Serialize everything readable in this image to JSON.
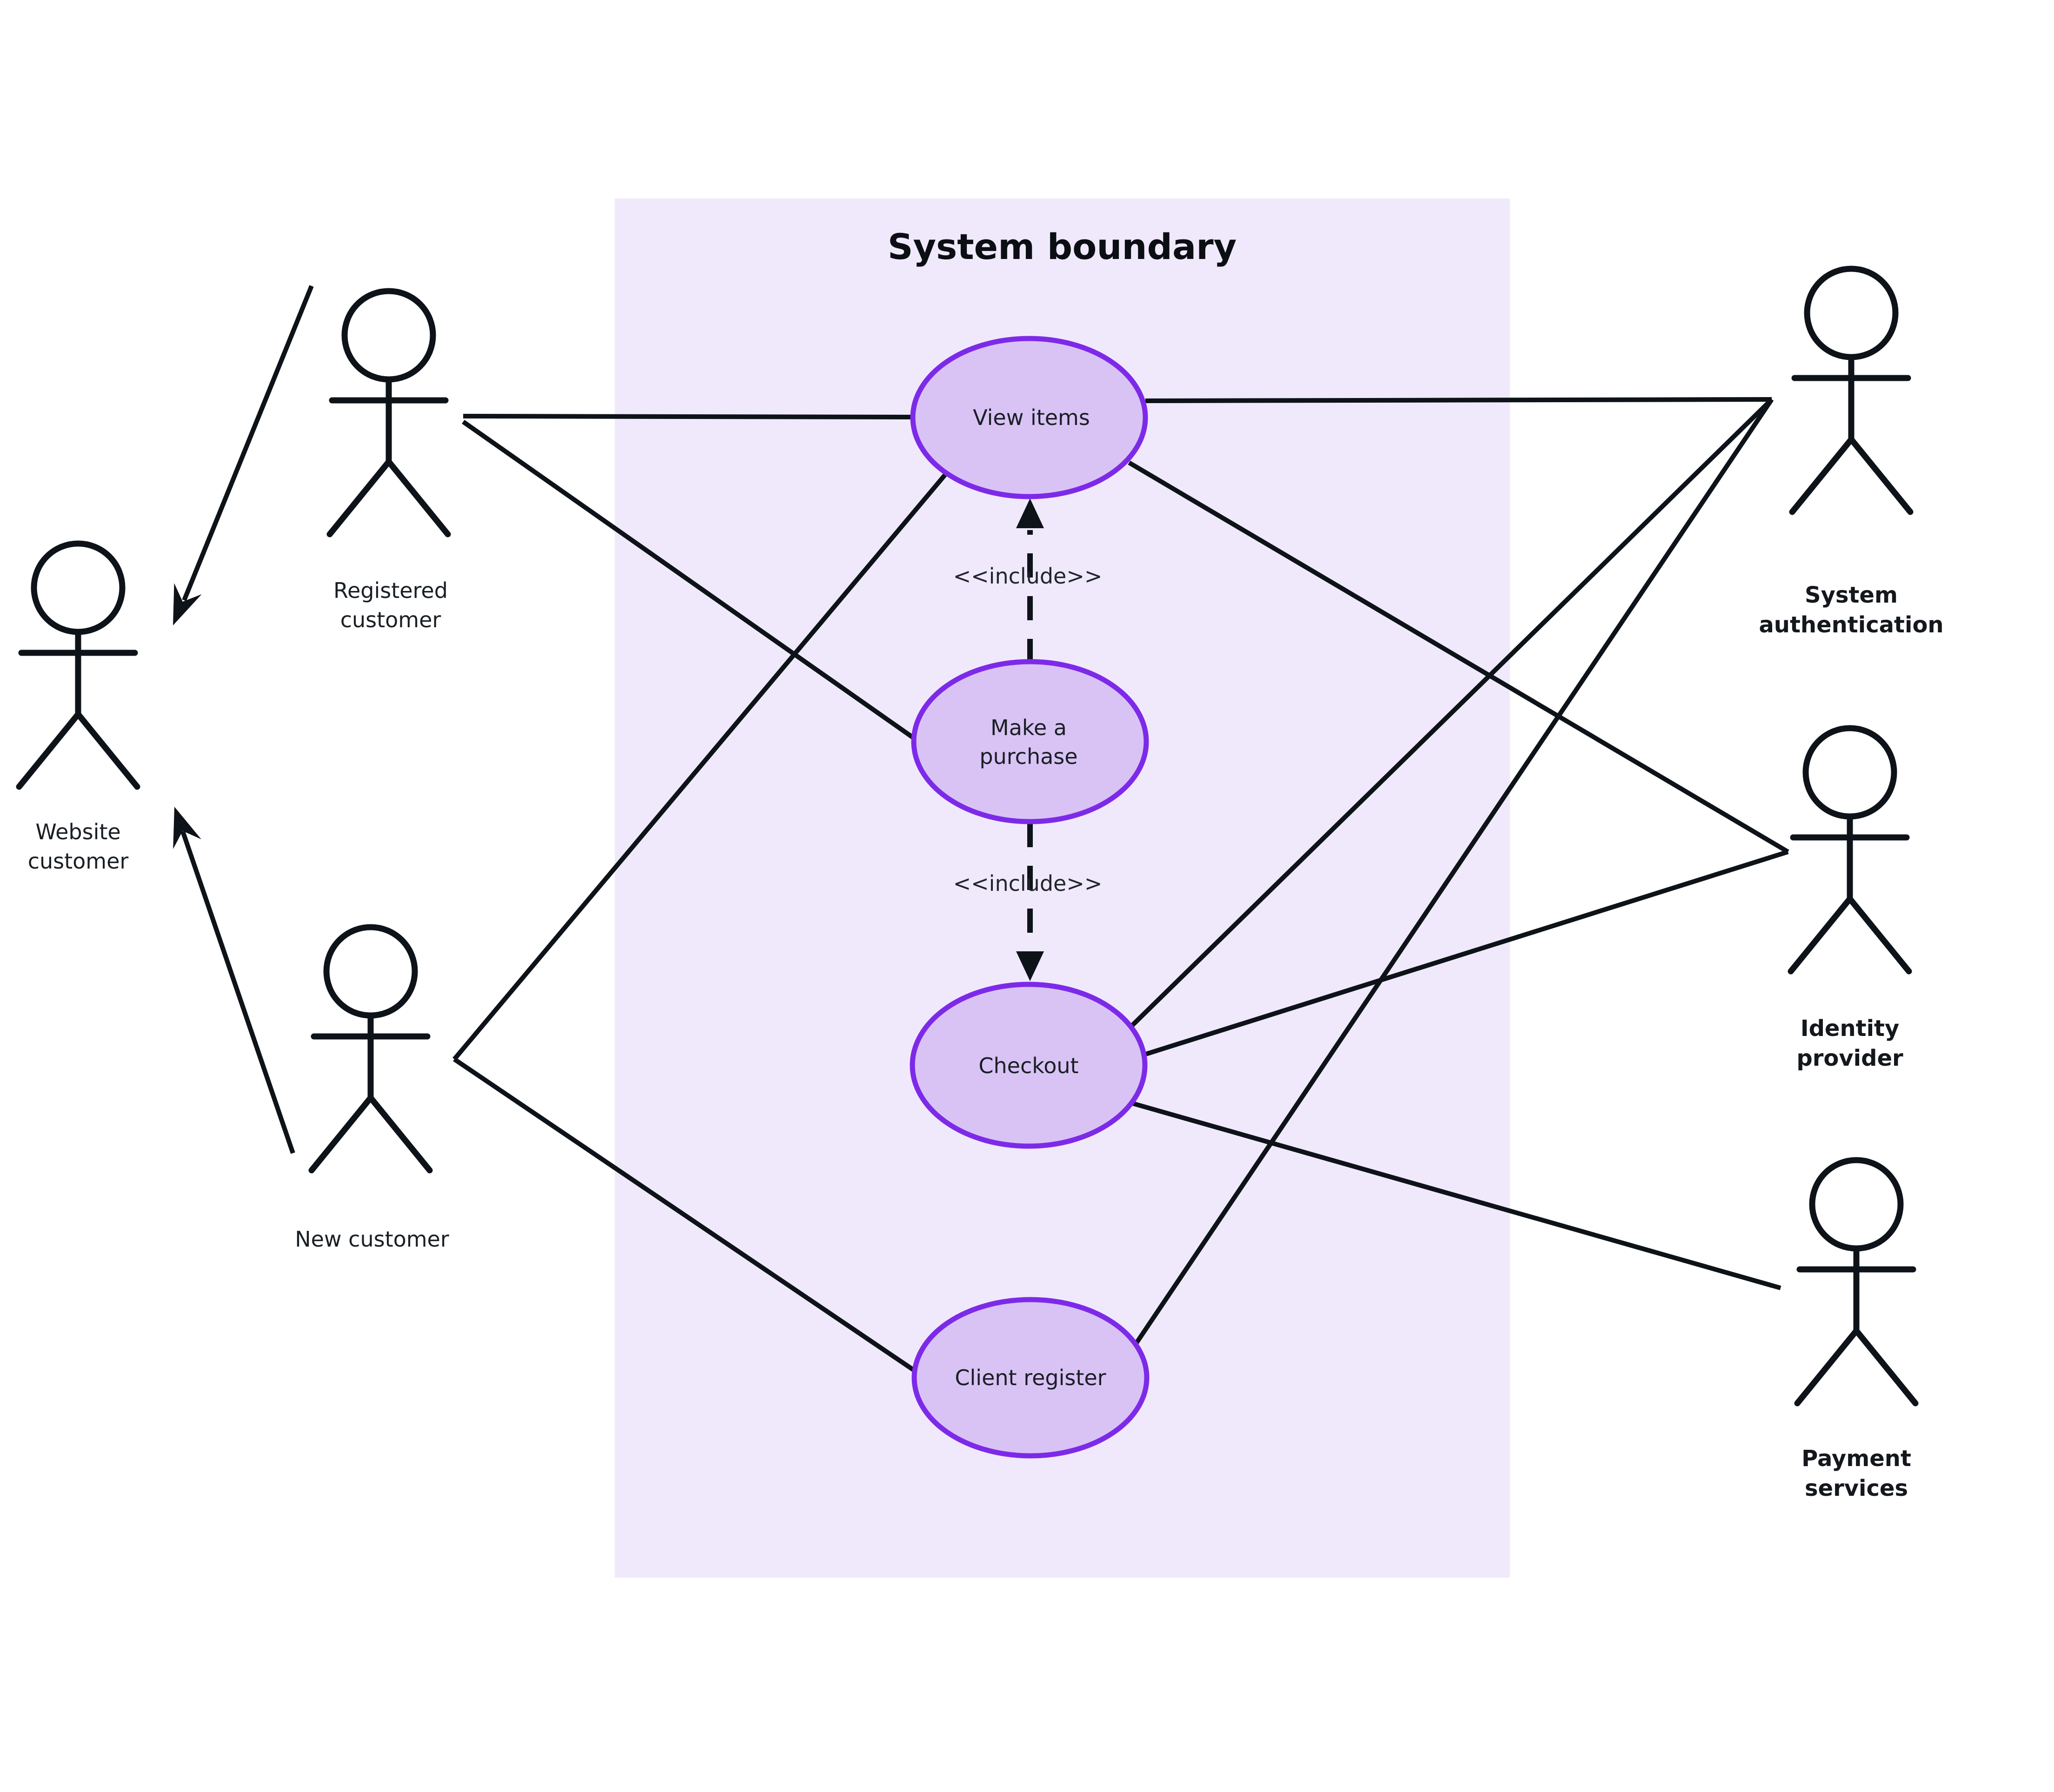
{
  "diagram": {
    "title": "System boundary",
    "type": "uml-use-case-diagram",
    "colors": {
      "background": "#ffffff",
      "boundary_fill": "#f0e9fc",
      "usecase_fill": "#d9c3f5",
      "usecase_stroke": "#7d2ae8",
      "line": "#0d1318",
      "text": "#1a1f24"
    }
  },
  "actors": {
    "website_customer": {
      "label": "Website customer",
      "lines": [
        "Website",
        "customer"
      ]
    },
    "registered_customer": {
      "label": "Registered customer",
      "lines": [
        "Registered",
        "customer"
      ]
    },
    "new_customer": {
      "label": "New customer",
      "lines": [
        "New customer"
      ]
    },
    "system_authentication": {
      "label": "System authentication",
      "lines": [
        "System",
        "authentication"
      ]
    },
    "identity_provider": {
      "label": "Identity provider",
      "lines": [
        "Identity",
        "provider"
      ]
    },
    "payment_services": {
      "label": "Payment services",
      "lines": [
        "Payment",
        "services"
      ]
    }
  },
  "use_cases": {
    "view_items": {
      "label": "View items"
    },
    "make_a_purchase": {
      "label": "Make a purchase",
      "lines": [
        "Make a",
        "purchase"
      ]
    },
    "checkout": {
      "label": "Checkout"
    },
    "client_register": {
      "label": "Client register"
    }
  },
  "relationships": {
    "include_label": "<<include>>",
    "associations": [
      {
        "from": "Registered customer",
        "to": "View items"
      },
      {
        "from": "Registered customer",
        "to": "Make a purchase"
      },
      {
        "from": "New customer",
        "to": "View items"
      },
      {
        "from": "New customer",
        "to": "Client register"
      },
      {
        "from": "View items",
        "to": "System authentication"
      },
      {
        "from": "View items",
        "to": "Identity provider"
      },
      {
        "from": "Checkout",
        "to": "System authentication"
      },
      {
        "from": "Checkout",
        "to": "Identity provider"
      },
      {
        "from": "Checkout",
        "to": "Payment services"
      },
      {
        "from": "Client register",
        "to": "System authentication"
      }
    ],
    "includes": [
      {
        "from": "Make a purchase",
        "to": "View items"
      },
      {
        "from": "Make a purchase",
        "to": "Checkout"
      }
    ],
    "generalizations": [
      {
        "from": "Registered customer",
        "to": "Website customer"
      },
      {
        "from": "New customer",
        "to": "Website customer"
      }
    ]
  }
}
